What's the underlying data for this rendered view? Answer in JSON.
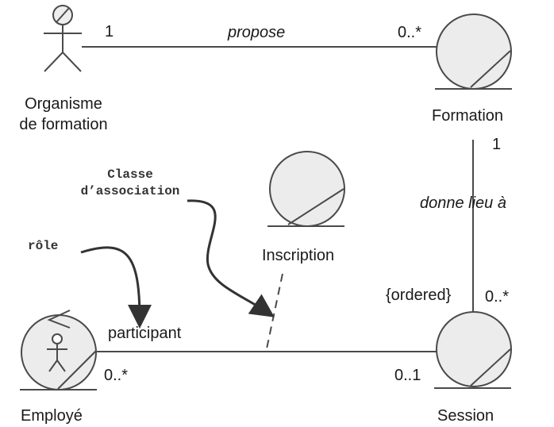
{
  "actors": {
    "organisme": {
      "line1": "Organisme",
      "line2": "de formation"
    }
  },
  "entities": {
    "formation": {
      "label": "Formation"
    },
    "inscription": {
      "label": "Inscription"
    },
    "session": {
      "label": "Session"
    },
    "employe": {
      "label": "Employé"
    }
  },
  "associations": {
    "propose": {
      "label": "propose",
      "mult_left": "1",
      "mult_right": "0..*"
    },
    "donne_lieu": {
      "label": "donne lieu à",
      "mult_top": "1",
      "mult_bottom": "0..*",
      "constraint": "{ordered}"
    },
    "participant": {
      "role": "participant",
      "mult_left": "0..*",
      "mult_right": "0..1"
    }
  },
  "notes": {
    "classe_association": {
      "line1": "Classe",
      "line2": "d’association"
    },
    "role": "rôle"
  },
  "colors": {
    "stroke": "#4a4a4a",
    "fill": "#ececec",
    "text": "#1a1a1a"
  }
}
